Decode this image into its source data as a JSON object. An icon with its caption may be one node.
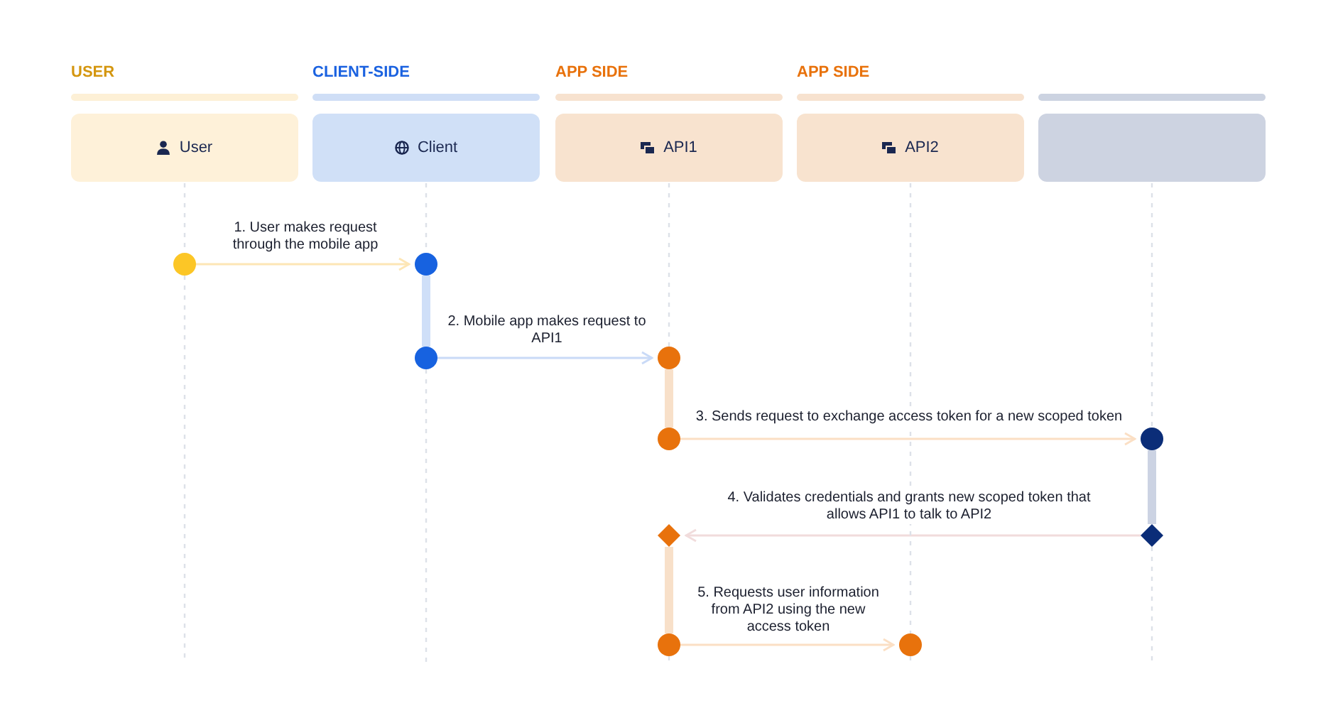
{
  "diagram": {
    "nodes": [
      {
        "text": [
          "USER",
          "User"
        ]
      },
      {
        "text": [
          "CLIENT-SIDE",
          "Client"
        ]
      },
      {
        "text": [
          "APP SIDE",
          "API1"
        ]
      },
      {
        "text": [
          "APP SIDE",
          "API2"
        ]
      },
      {
        "text": [],
        "shape": "box"
      },
      {
        "text": [],
        "shape": "circle"
      },
      {
        "text": [],
        "shape": "circle"
      },
      {
        "text": [],
        "shape": "circle"
      },
      {
        "text": [],
        "shape": "circle"
      },
      {
        "text": [],
        "shape": "circle"
      },
      {
        "text": [],
        "shape": "circle"
      },
      {
        "text": [],
        "shape": "diamond"
      },
      {
        "text": [],
        "shape": "diamond"
      },
      {
        "text": [],
        "shape": "circle"
      },
      {
        "text": [],
        "shape": "circle"
      }
    ],
    "edges": [
      {
        "from": 5,
        "to": 6,
        "arrow": "to",
        "label": "1. User makes request through the mobile app",
        "color": "#fde6b5"
      },
      {
        "from": 6,
        "to": 7,
        "arrow": "none",
        "style": "thick",
        "color": "#cfdff8"
      },
      {
        "from": 7,
        "to": 8,
        "arrow": "to",
        "label": "2. Mobile app makes request to API1",
        "color": "#c9daf7"
      },
      {
        "from": 8,
        "to": 9,
        "arrow": "none",
        "style": "thick",
        "color": "#f8e0c9"
      },
      {
        "from": 9,
        "to": 10,
        "arrow": "to",
        "label": "3. Sends request to exchange access token for a new scoped token",
        "color": "#fbdfc4"
      },
      {
        "from": 10,
        "to": 12,
        "arrow": "none",
        "style": "thick",
        "color": "#ccd3e3"
      },
      {
        "from": 12,
        "to": 11,
        "arrow": "to",
        "label": "4. Validates credentials and grants new scoped token that allows API1 to talk to API2",
        "color": "#f1dcdc"
      },
      {
        "from": 11,
        "to": 13,
        "arrow": "none",
        "style": "thick",
        "color": "#f8e0c9"
      },
      {
        "from": 13,
        "to": 14,
        "arrow": "to",
        "label": "5. Requests user information from API2 using the new access token",
        "color": "#fbdfc4"
      },
      {
        "from": 0,
        "to": 5,
        "arrow": "none",
        "style": "dashed",
        "color": "#dde1e8"
      },
      {
        "from": 1,
        "to": 6,
        "arrow": "none",
        "style": "dashed",
        "color": "#dde1e8"
      },
      {
        "from": 2,
        "to": 8,
        "arrow": "none",
        "style": "dashed",
        "color": "#dde1e8"
      },
      {
        "from": 3,
        "to": 14,
        "arrow": "none",
        "style": "dashed",
        "color": "#dde1e8"
      },
      {
        "from": 4,
        "to": 10,
        "arrow": "none",
        "style": "dashed",
        "color": "#dde1e8"
      }
    ]
  }
}
